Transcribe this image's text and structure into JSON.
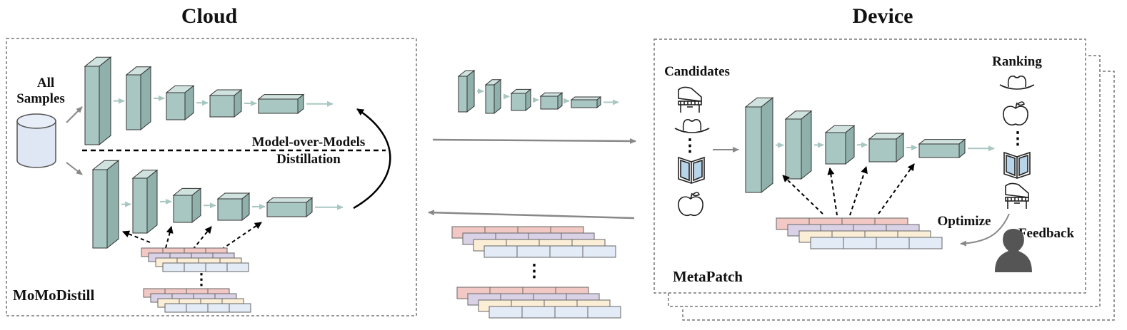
{
  "cloud": {
    "title": "Cloud",
    "all_samples_line1": "All",
    "all_samples_line2": "Samples",
    "distill_line1": "Model-over-Models",
    "distill_line2": "Distillation",
    "name": "MoMoDistill"
  },
  "device": {
    "title": "Device",
    "candidates": "Candidates",
    "ranking": "Ranking",
    "optimize": "Optimize",
    "feedback": "Feedback",
    "name": "MetaPatch"
  },
  "ellipsis": "⋮",
  "colors": {
    "block_face": "#a9c7c2",
    "block_side": "#8fb0ab",
    "block_top": "#cfe2de",
    "patch_rows": [
      "#f2c8c4",
      "#d9d1e6",
      "#fbeed7",
      "#e3ebf6"
    ],
    "cylinder": "#dfe6f4",
    "user": "#555555"
  },
  "icons": {
    "candidates": [
      "piano-icon",
      "hat-icon",
      "book-icon",
      "apple-icon"
    ],
    "ranking": [
      "hat-icon",
      "apple-icon",
      "book-icon",
      "piano-icon"
    ]
  }
}
